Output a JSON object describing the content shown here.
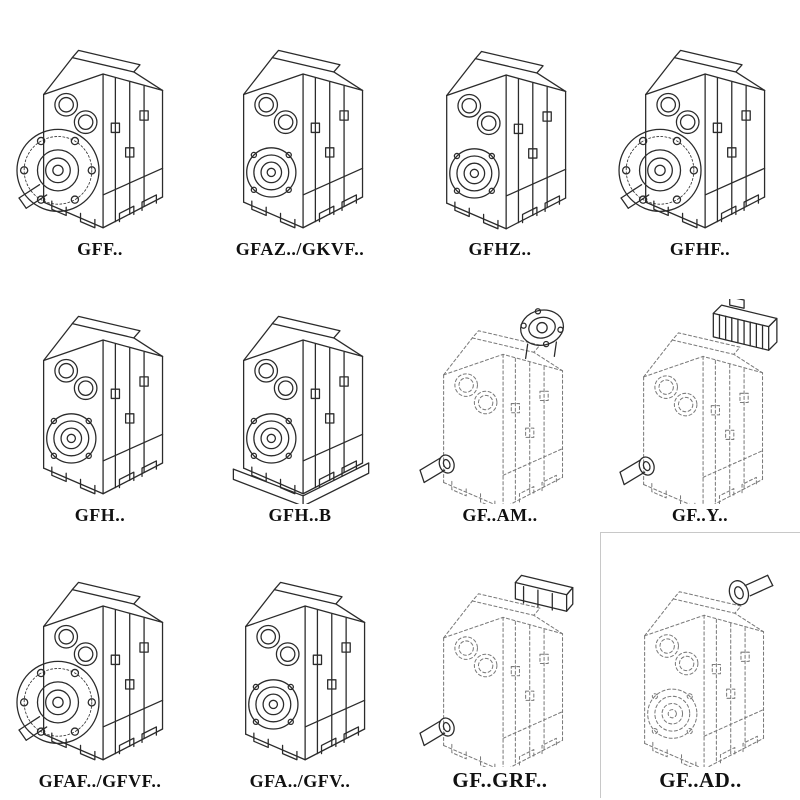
{
  "catalog": {
    "items": [
      {
        "label": "GFF..",
        "drawing": "gearbox-output-flange"
      },
      {
        "label": "GFAZ../GKVF..",
        "drawing": "gearbox-hollow-shaft"
      },
      {
        "label": "GFHZ..",
        "drawing": "gearbox-hollow-shaft"
      },
      {
        "label": "GFHF..",
        "drawing": "gearbox-output-flange"
      },
      {
        "label": "GFH..",
        "drawing": "gearbox-hollow-shaft"
      },
      {
        "label": "GFH..B",
        "drawing": "gearbox-hollow-shaft-base"
      },
      {
        "label": "GF..AM..",
        "drawing": "gearbox-phantom-input-flange-adapter"
      },
      {
        "label": "GF..Y..",
        "drawing": "gearbox-phantom-motor"
      },
      {
        "label": "GFAF../GFVF..",
        "drawing": "gearbox-output-flange"
      },
      {
        "label": "GFA../GFV..",
        "drawing": "gearbox-hollow-shaft"
      },
      {
        "label": "GF..GRF..",
        "drawing": "gearbox-phantom-top-cover"
      },
      {
        "label": "GF..AD..",
        "drawing": "gearbox-phantom-input-shaft"
      }
    ],
    "colors": {
      "line": "#2b2b2b",
      "phantom_line": "#7a7a7a",
      "background": "#ffffff"
    }
  }
}
